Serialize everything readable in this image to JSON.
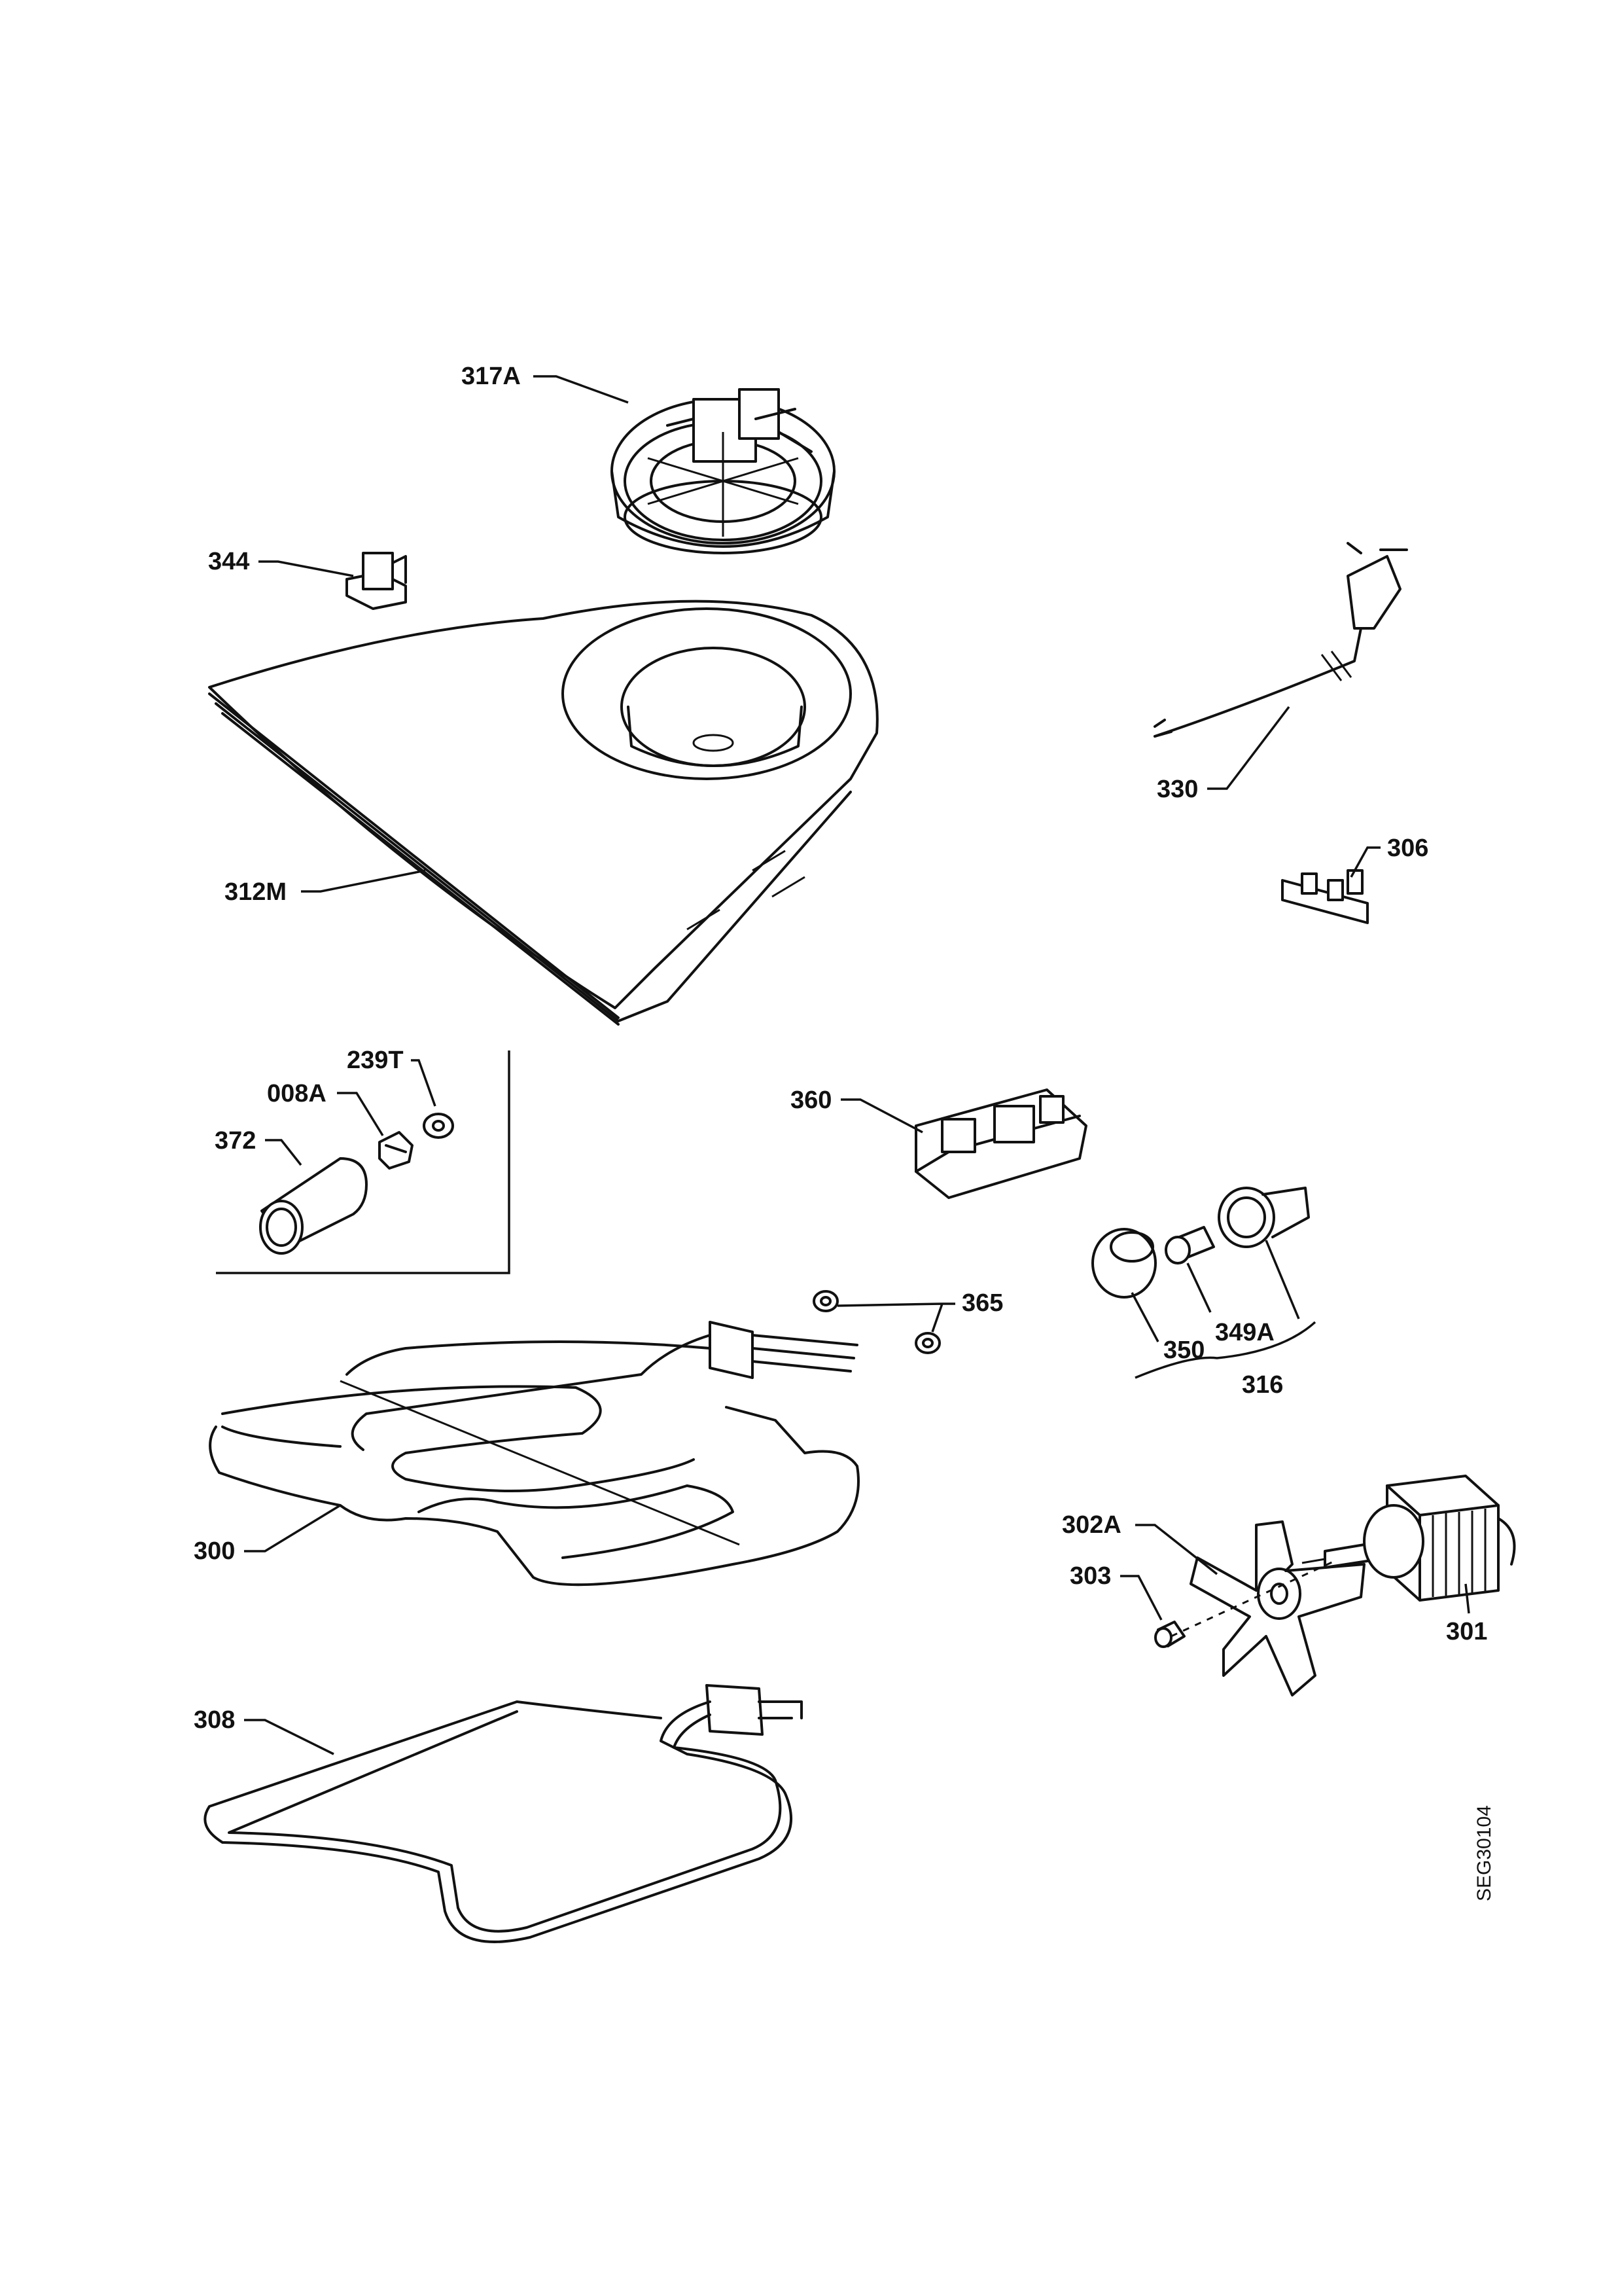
{
  "labels": {
    "p317A": "317A",
    "p344": "344",
    "p330": "330",
    "p306": "306",
    "p312M": "312M",
    "p239T": "239T",
    "p008A": "008A",
    "p372": "372",
    "p360": "360",
    "p365": "365",
    "p350": "350",
    "p349A": "349A",
    "p316": "316",
    "p300": "300",
    "p302A": "302A",
    "p303": "303",
    "p301": "301",
    "p308": "308"
  },
  "drawing_code": "SEG30104"
}
